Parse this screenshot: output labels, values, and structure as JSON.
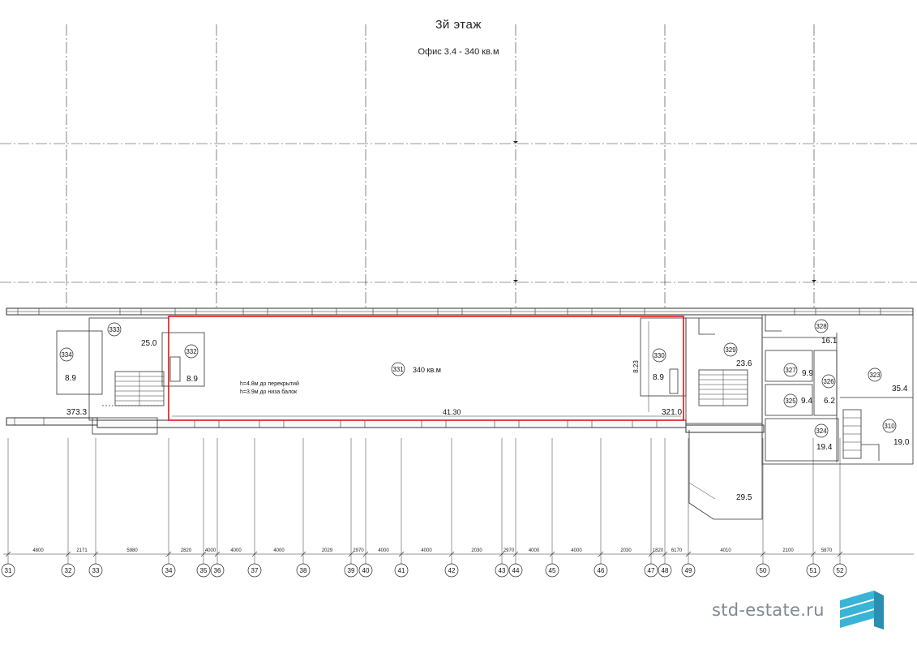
{
  "header": {
    "floor_title": "3й  этаж",
    "office_caption": "Офис 3.4 - 340 кв.м"
  },
  "office": {
    "room_number": "331",
    "area_label": "340 кв.м",
    "height_ceiling": "h=4.8м до перекрытий",
    "height_beams": "h=3.9м до низа балок",
    "length": "41.30",
    "width": "8.23",
    "highlight_color": "#e0141b"
  },
  "rooms": [
    {
      "num": "333",
      "area": "25.0"
    },
    {
      "num": "334",
      "area": "8.9"
    },
    {
      "num": "332",
      "area": "8.9"
    },
    {
      "num": "330",
      "area": "8.9"
    },
    {
      "num": "329",
      "area": "23.6"
    },
    {
      "num": "328",
      "area": "16.1"
    },
    {
      "num": "327",
      "area": "9.9"
    },
    {
      "num": "326",
      "area": "6.2"
    },
    {
      "num": "325",
      "area": "9.4"
    },
    {
      "num": "324",
      "area": "19.4"
    },
    {
      "num": "323",
      "area": "35.4"
    },
    {
      "num": "310",
      "area": "19.0"
    }
  ],
  "extra_areas": [
    "373.3",
    "321.0",
    "29.5"
  ],
  "axes": [
    "31",
    "32",
    "33",
    "34",
    "35",
    "36",
    "37",
    "38",
    "39",
    "40",
    "41",
    "42",
    "43",
    "44",
    "45",
    "46",
    "47",
    "48",
    "49",
    "50",
    "51",
    "52"
  ],
  "spacings": [
    "4800",
    "2171",
    "5980",
    "2820",
    "4000",
    "4000",
    "4000",
    "2029",
    "2970",
    "4000",
    "4000",
    "2030",
    "2970",
    "4000",
    "4000",
    "2030",
    "1820",
    "6170",
    "4010",
    "2100",
    "5870"
  ],
  "brand": {
    "name": "std-estate.ru",
    "logo_color": "#3ab4d6"
  }
}
